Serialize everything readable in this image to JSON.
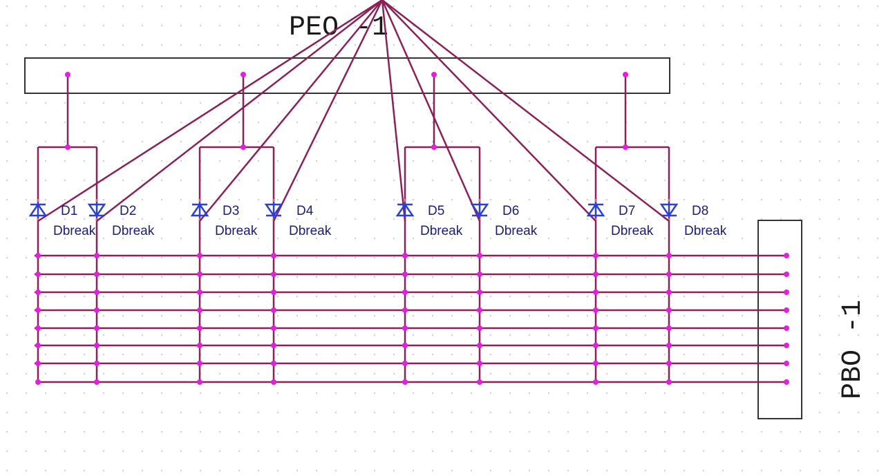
{
  "schematic": {
    "top_bus_label": "PEO -1",
    "side_bus_label": "PBO -1",
    "colors": {
      "wire": "#8b1f57",
      "junction": "#e01fe0",
      "diode": "#2a3fd6",
      "bus_outline": "#333333",
      "pin_stub": "#f0607a",
      "grid_dot": "#c8c8c8"
    },
    "diodes": [
      {
        "ref": "D1",
        "value": "Dbreak"
      },
      {
        "ref": "D2",
        "value": "Dbreak"
      },
      {
        "ref": "D3",
        "value": "Dbreak"
      },
      {
        "ref": "D4",
        "value": "Dbreak"
      },
      {
        "ref": "D5",
        "value": "Dbreak"
      },
      {
        "ref": "D6",
        "value": "Dbreak"
      },
      {
        "ref": "D7",
        "value": "Dbreak"
      },
      {
        "ref": "D8",
        "value": "Dbreak"
      }
    ]
  }
}
